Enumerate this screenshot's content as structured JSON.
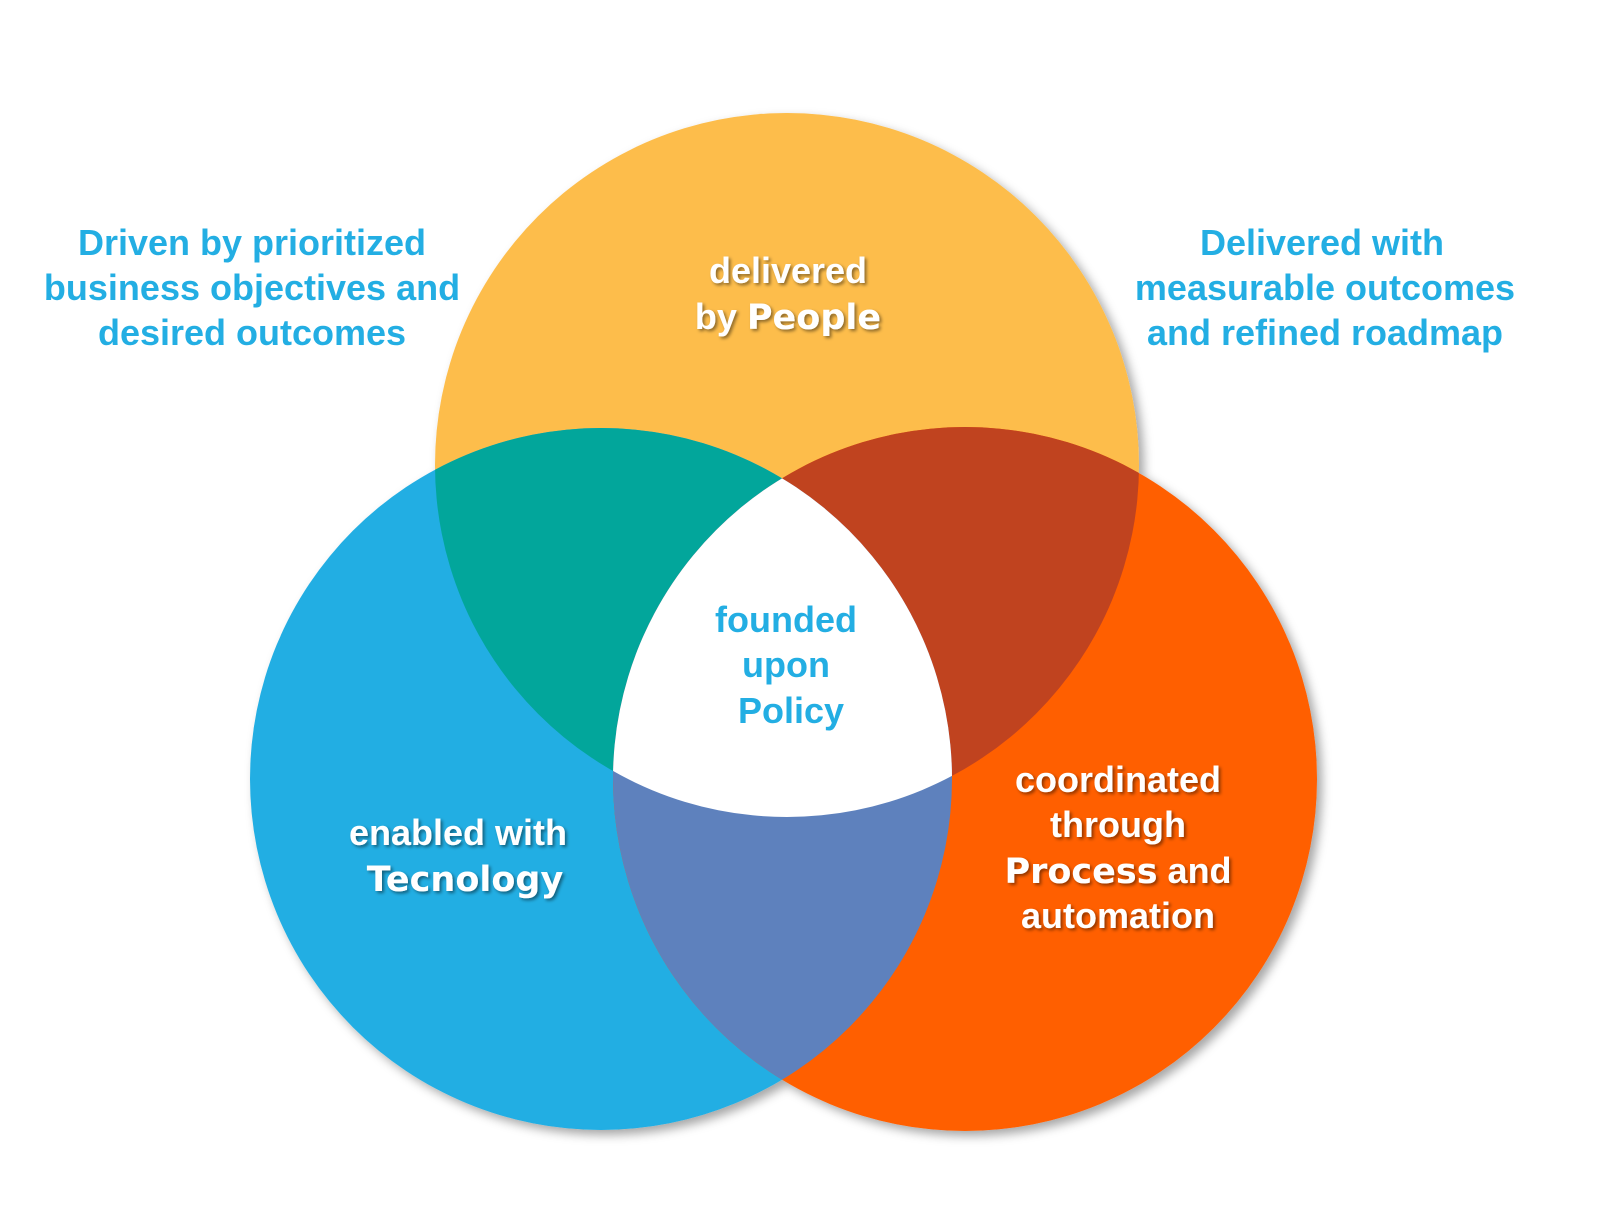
{
  "colors": {
    "people": "#FDBD4C",
    "technology": "#23AEE3",
    "process": "#FF5E00",
    "people_technology": "#02A69B",
    "people_process": "#C0431F",
    "technology_process": "#5E81BD",
    "policy": "#FFFFFF",
    "label_text": "#23AEE3"
  },
  "left_note": {
    "lines": [
      "Driven by prioritized",
      "business objectives and",
      "desired outcomes"
    ]
  },
  "right_note": {
    "lines": [
      "Delivered with",
      "measurable outcomes",
      "and refined roadmap"
    ]
  },
  "people": {
    "line1": "delivered",
    "prefix": "by ",
    "keyword": "People"
  },
  "policy": {
    "line1": "founded",
    "line2": "upon",
    "keyword": "Policy"
  },
  "technology": {
    "line1": "enabled with",
    "keyword": "Tecnology"
  },
  "process": {
    "line1": "coordinated",
    "line2": "through",
    "keyword": "Process",
    "suffix": " and",
    "line4": "automation"
  }
}
